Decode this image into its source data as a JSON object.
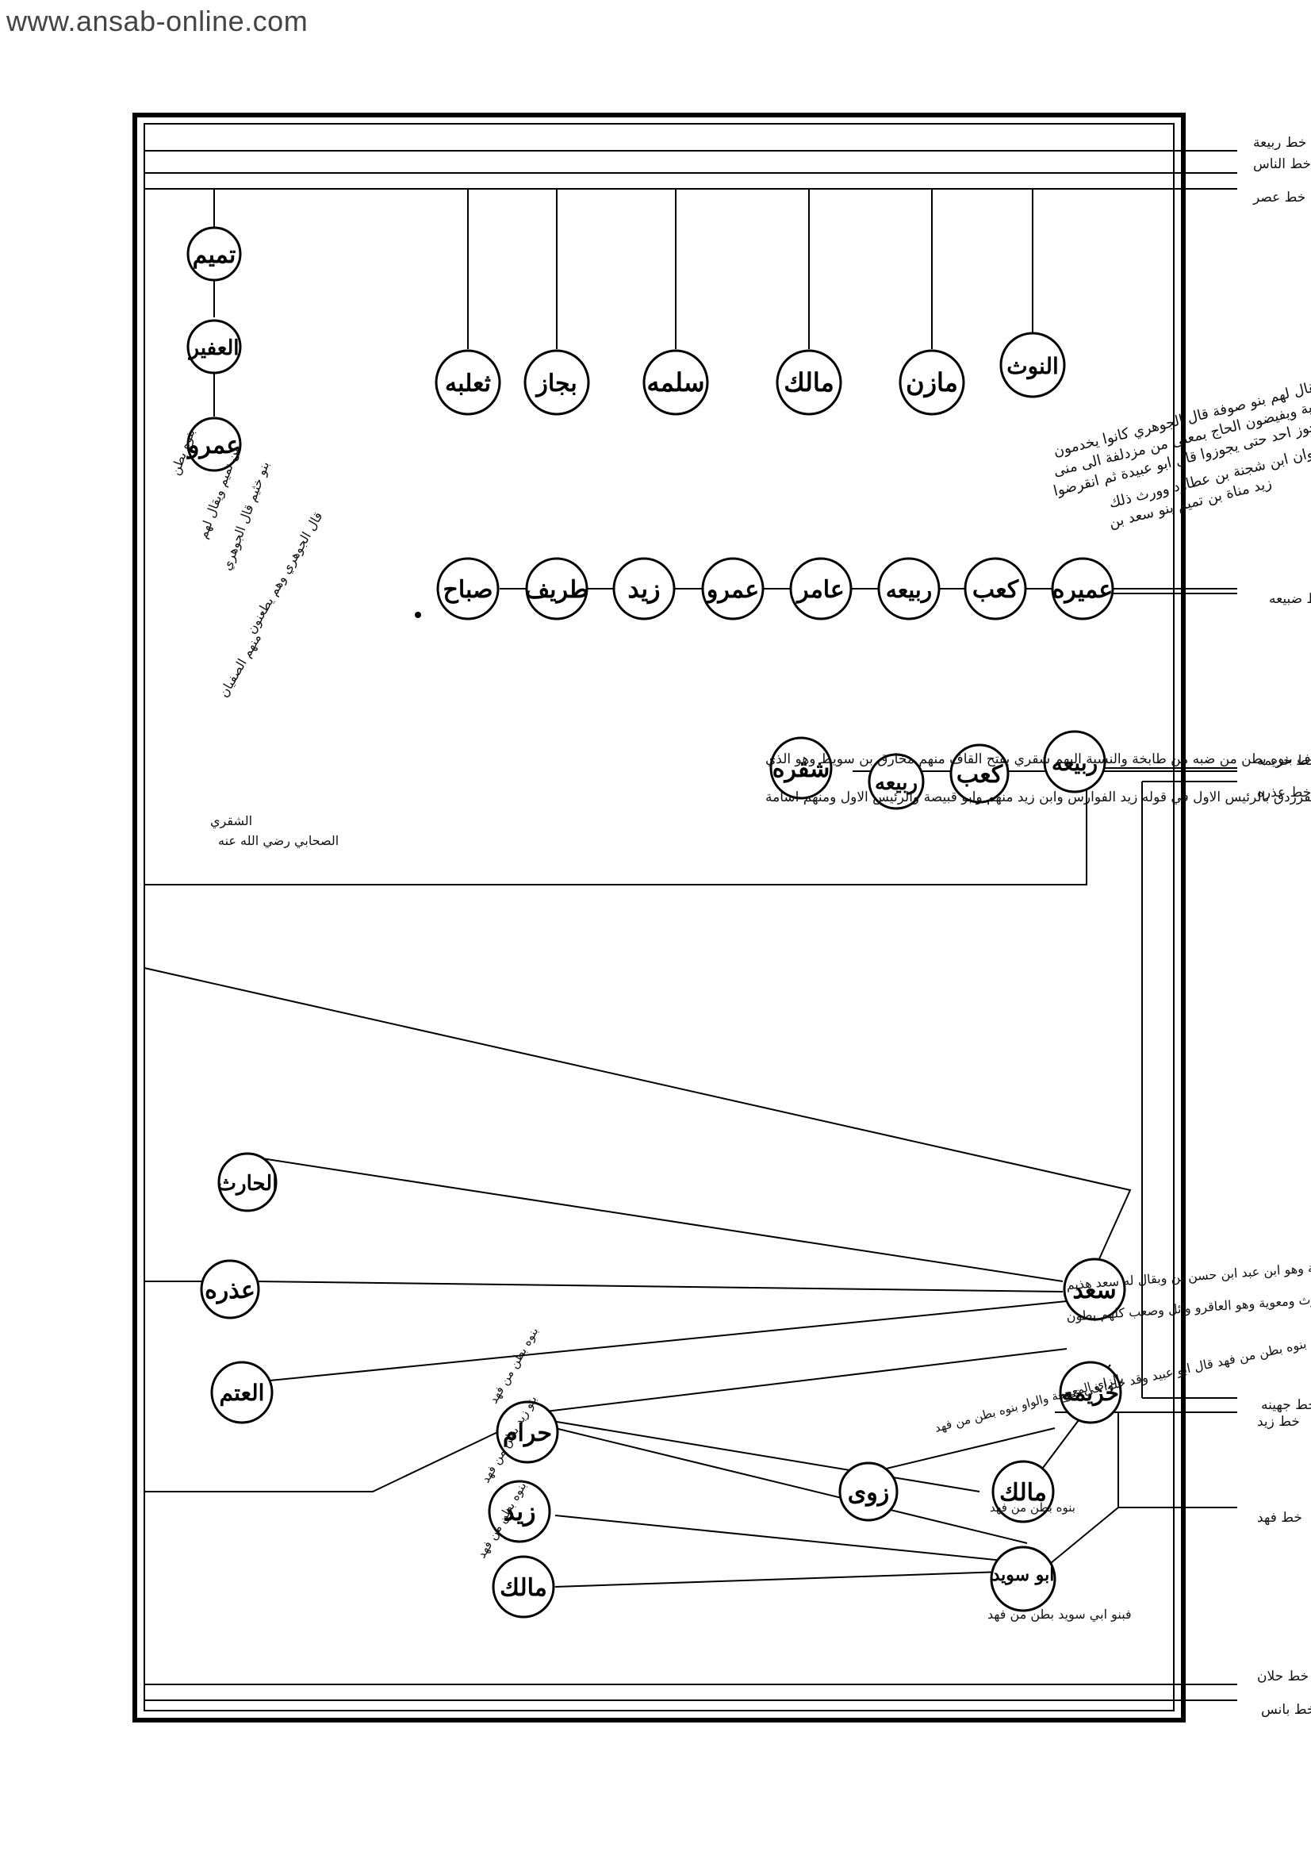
{
  "watermark": "www.ansab-online.com",
  "margin_labels": {
    "rabiah": "خط ربيعة",
    "nas": "خط الناس",
    "asr": "خط عصر",
    "dabiah": "خط ضبيعه",
    "khuzaymah": "خط خزيمه",
    "wadrah": "خط عذره",
    "juhaynah": "خط جهينه",
    "zayd": "خط زيد",
    "fahd": "خط فهد",
    "halan": "خط حلان",
    "qanis": "خط بانس"
  },
  "nodes": {
    "tamim": "تميم",
    "ufayr": "العفير",
    "amr_top": "عمرو",
    "thalabah": "ثعلبه",
    "bajaz": "بجاز",
    "salamah": "سلمه",
    "malik_top": "مالك",
    "mazin": "مازن",
    "alnawth": "النوث",
    "sabah": "صباح",
    "tarif": "طريف",
    "zayd_mid": "زيد",
    "amr_mid": "عمرو",
    "amir": "عامر",
    "rabiah_mid": "ربيعه",
    "kab_mid": "كعب",
    "umayrah": "عميره",
    "shaqrah": "شقره",
    "rabiah_low": "ربيعه",
    "kab_low": "كعب",
    "rabiah_right": "ربيعه",
    "harith": "الحارث",
    "udhrah": "عذره",
    "atm": "العتم",
    "sad": "سعد",
    "khuzaymah": "خزيمه",
    "haram": "حرام",
    "zayd_low": "زيد",
    "malik_low": "مالك",
    "zawi": "زوى",
    "malik_right": "مالك",
    "abu_suwayd": "ابو سويد"
  },
  "notes": {
    "dabiah_note_1": "وبنوه بطن من طابخة ويقال لهم بنو صوفة قال الجوهري كانوا يخدمون",
    "dabiah_note_2": "الكعبة في الجاهلية ويفيضون الحاج بمعنى من مزدلفة الى منى",
    "dabiah_note_3": "فلا يجوز احد حتى يجوزوا قال ابو عبيدة ثم انقرضوا",
    "dabiah_note_4": "صفوان ابن شجنة بن عطارد وورث ذلك",
    "dabiah_note_5": "زيد مناة بن تميم بنو سعد بن",
    "shaqrah_note_1": "بكسر القاف بنوه بطن من ضبه من طابخة والنسبة اليهم شقري بفتح القاف منهم مخارق بن سويط وهو الذي",
    "shaqrah_note_2": "عنى الفرزدق بالرئيس الاول في قوله زيد الفوارس وابن زيد منهم وابو قبيصة والرئيس الاول ومنهم اسامة",
    "shaqrah_note_3": "الشقري",
    "shaqrah_note_4": "الصحابي رضي الله عنه",
    "amr_note_1": "بنوه بطن",
    "amr_note_2": "من تميم ويقال لهم",
    "amr_note_3": "بنو خثيم قال الجوهري",
    "amr_note_4": "منهم الصفيان",
    "amr_note_5": "قال الجوهري وهم يطعنون",
    "sad_note_1": "ويقال له هذيم وبنوه بطن من قضاعة وهو ابن عبد ابن حسن بن وبقال له سعد هذيم",
    "sad_note_2": "وكان له من الولد عذرة والحارث ومعوية وهو العاقرو وائل وصعب كلهم بطون",
    "khuzaymah_note": "بالخاء المعجمة والزاي بنوه بطن من فهد قال ابو عبيد وقد خلوا في تنوخ",
    "zawi_note": "بالزاي المعجمة والواو بنوه بطن من فهد",
    "haram_label": "بنوه بطن من فهد",
    "zayd_low_label": "بنو زيد بطن من فهد",
    "malik_low_label": "بنوه بطن من فهد",
    "malik_right_label": "بنوه بطن من فهد",
    "abu_suwayd_label": "فبنو ابي سويد بطن من فهد"
  }
}
